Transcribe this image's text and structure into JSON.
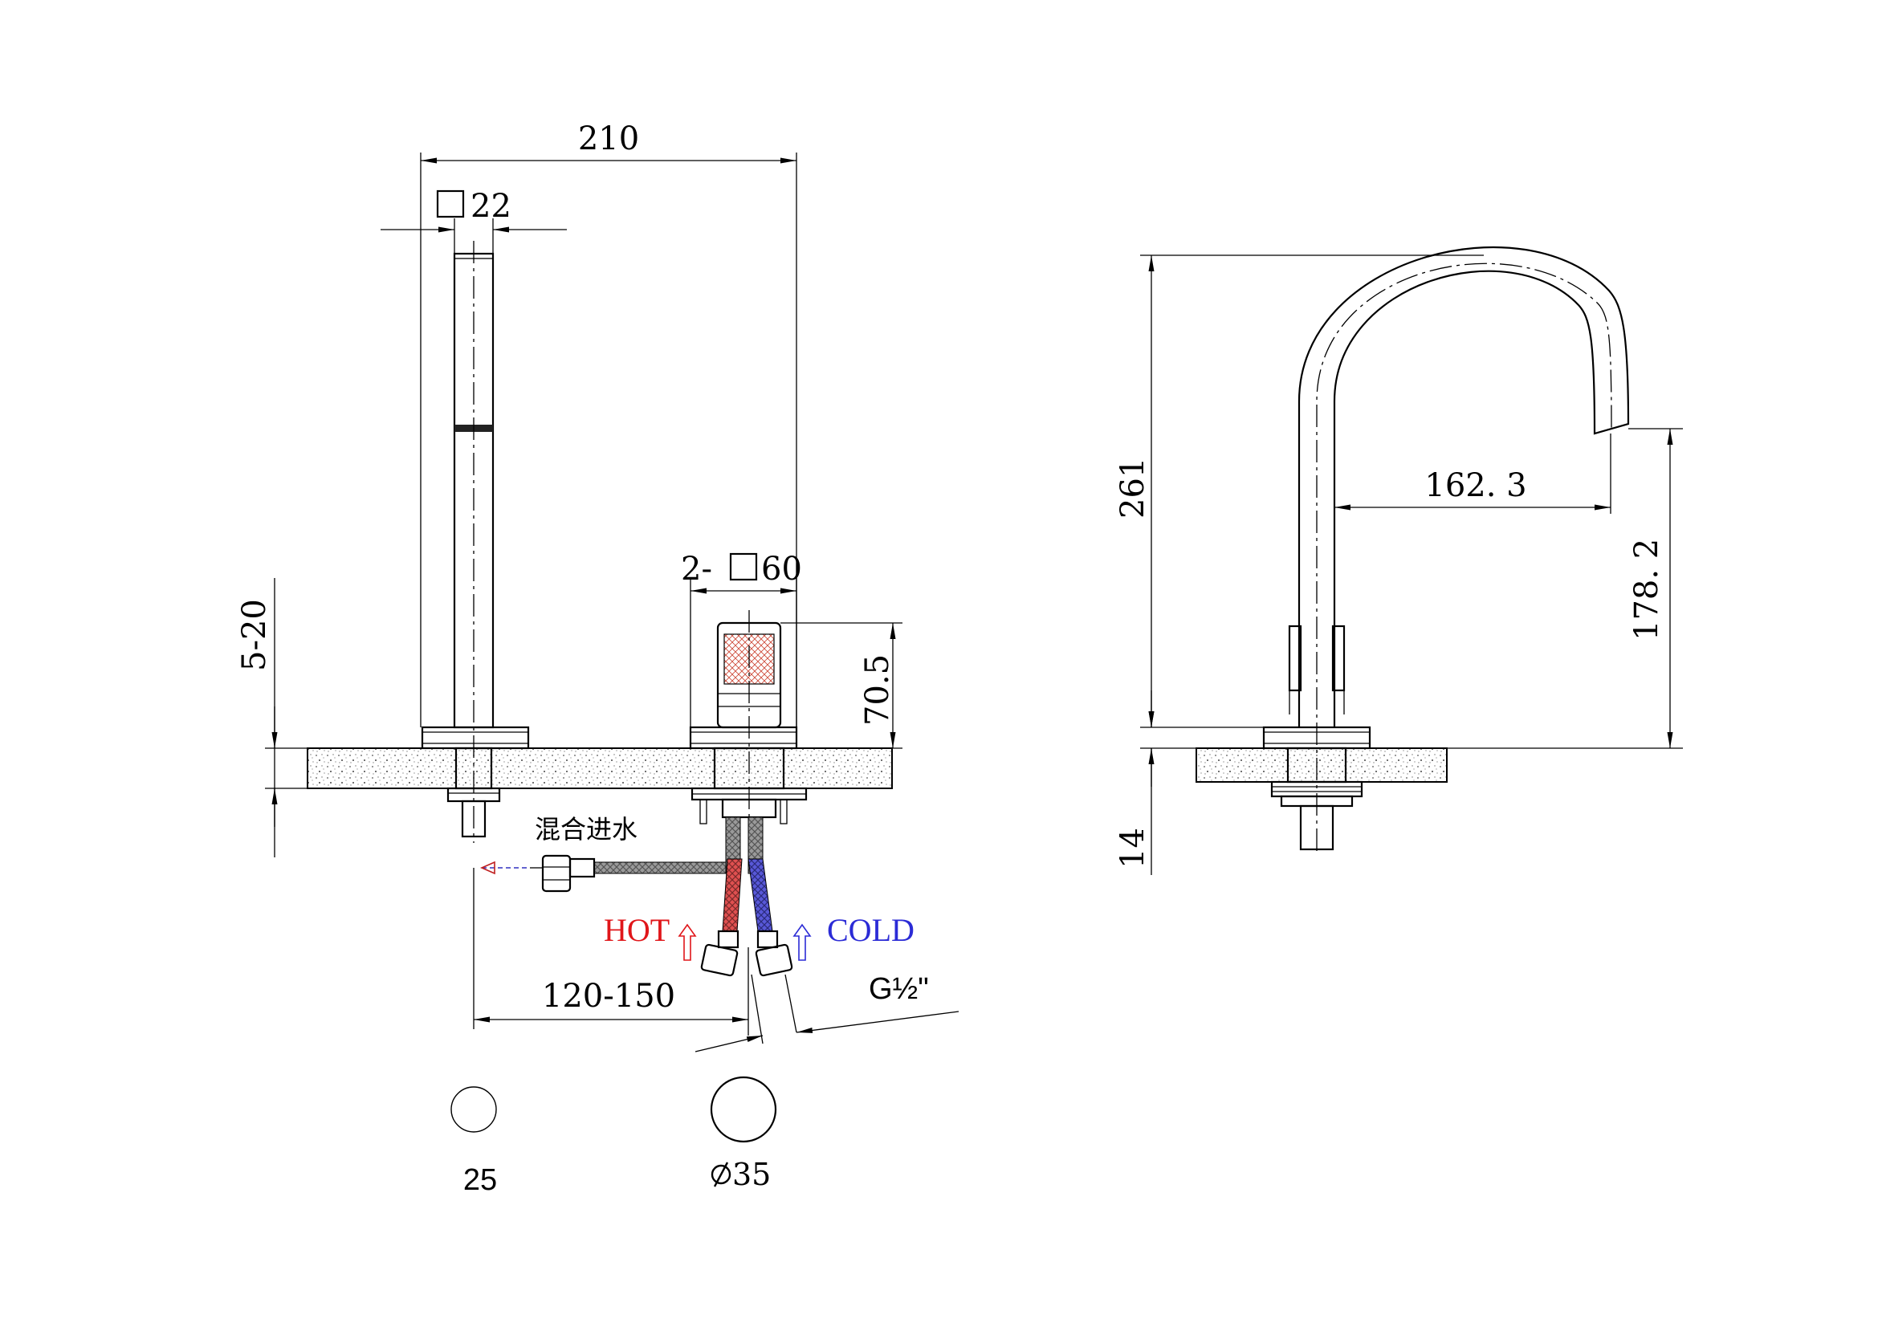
{
  "front_view": {
    "dim_width": "210",
    "dim_spout_section": "22",
    "dim_deck_thickness": "5-20",
    "dim_handles": "2-",
    "dim_handle_size": "60",
    "dim_handle_height": "70.5",
    "dim_centers": "120-150",
    "dim_thread": "G½\"",
    "label_mixed_outlet": "混合进水",
    "label_hot": "HOT",
    "label_cold": "COLD"
  },
  "side_view": {
    "dim_height": "261",
    "dim_reach": "162. 3",
    "dim_spout_height": "178. 2",
    "dim_base": "14"
  },
  "holes": {
    "hole_small": "25",
    "hole_large": "35"
  },
  "colors": {
    "hot": "#e0161a",
    "cold": "#2b2bd6",
    "granite": "#8a8a8a"
  }
}
